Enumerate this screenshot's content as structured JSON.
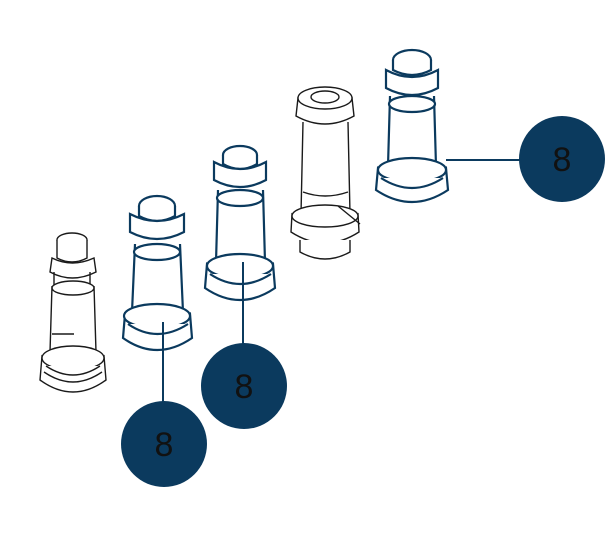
{
  "colors": {
    "line_black": "#1a1a1a",
    "highlight_navy": "#0b3a5e",
    "callout_fill": "#0b3a5e",
    "callout_text": "#111111",
    "background": "#ffffff"
  },
  "callouts": [
    {
      "label": "8"
    },
    {
      "label": "8"
    },
    {
      "label": "8"
    }
  ],
  "parts": [
    {
      "name": "fitting-1",
      "highlighted": false
    },
    {
      "name": "fitting-2",
      "highlighted": true
    },
    {
      "name": "fitting-3",
      "highlighted": true
    },
    {
      "name": "fitting-4",
      "highlighted": false
    },
    {
      "name": "fitting-5",
      "highlighted": true
    }
  ]
}
